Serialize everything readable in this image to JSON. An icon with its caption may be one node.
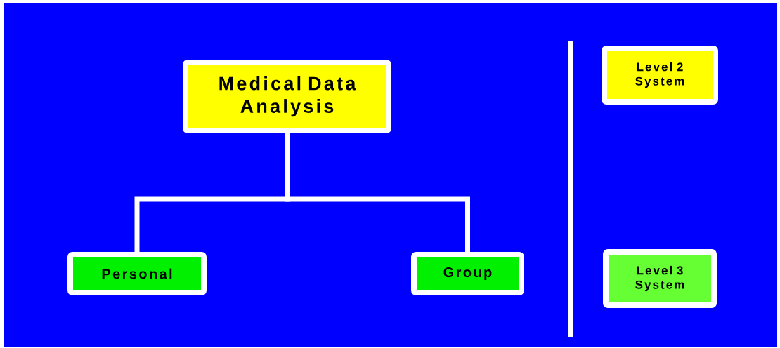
{
  "diagram": {
    "nodes": [
      {
        "text": [
          "Medical Data Analysis"
        ]
      },
      {
        "text": [
          "Level 2 System"
        ]
      },
      {
        "text": [
          "Personal"
        ]
      },
      {
        "text": [
          "Group"
        ]
      },
      {
        "text": [
          "Level 3 System"
        ]
      }
    ],
    "edges": [
      {
        "from": 0,
        "to": 2,
        "arrow": "none"
      },
      {
        "from": 0,
        "to": 3,
        "arrow": "none"
      }
    ]
  }
}
